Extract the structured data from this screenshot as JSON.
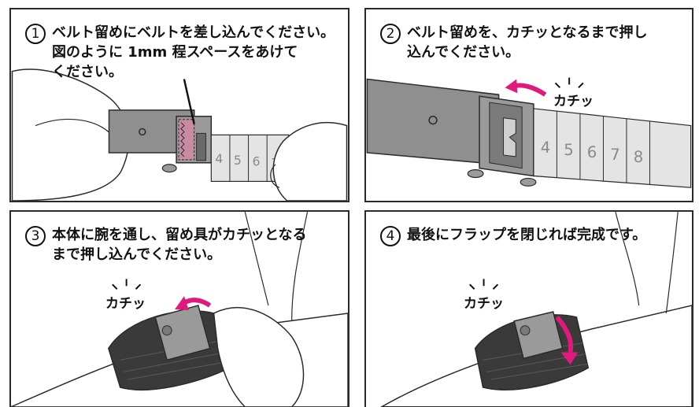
{
  "steps": [
    {
      "number": "1",
      "lines": [
        "ベルト留めにベルトを差し込んでください。",
        "図のように 1mm 程スペースをあけて",
        "ください。"
      ]
    },
    {
      "number": "2",
      "lines": [
        "ベルト留めを、カチッとなるまで押し",
        "込んでください。"
      ]
    },
    {
      "number": "3",
      "lines": [
        "本体に腕を通し、留め具がカチッとなる",
        "まで押し込んでください。"
      ]
    },
    {
      "number": "4",
      "lines": [
        "最後にフラップを閉じれば完成です。"
      ]
    }
  ],
  "sound_effect": "カチッ",
  "belt_numbers": {
    "step1": [
      "4",
      "5",
      "6",
      "7"
    ],
    "step2": [
      "4",
      "5",
      "6",
      "7",
      "8"
    ]
  },
  "colors": {
    "arrow": "#e0197d",
    "outline": "#2a2a2a",
    "belt": "#8f8f8f",
    "band": "#3a3a3a"
  }
}
